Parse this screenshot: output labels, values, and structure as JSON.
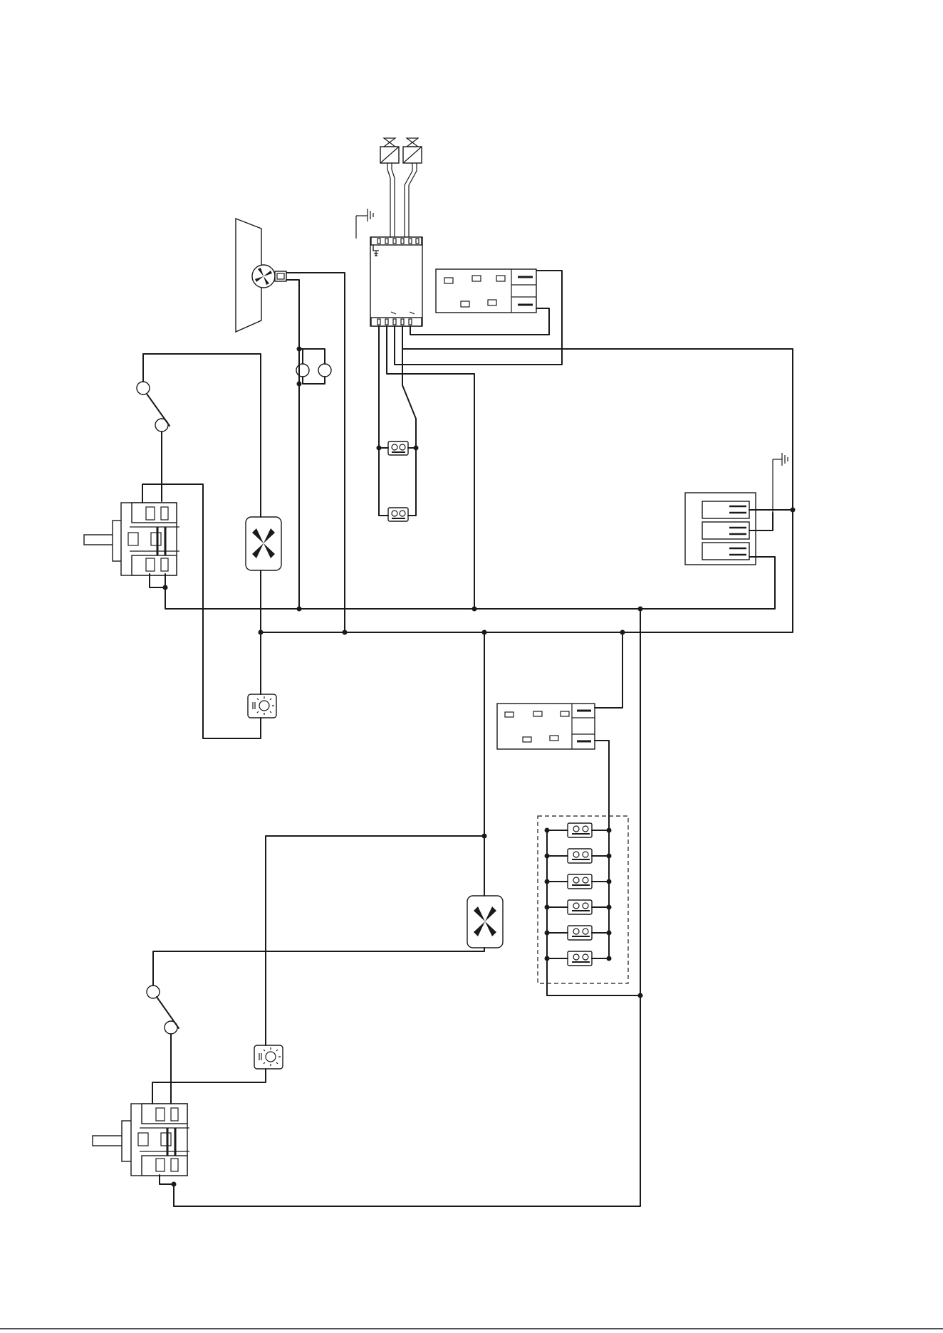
{
  "diagram": {
    "type": "electrical wiring diagram",
    "background": "#ffffff",
    "line_color": "#1a1a1a"
  },
  "components": [
    {
      "id": "gas-valve-1",
      "icon": "solenoid-valve-icon"
    },
    {
      "id": "gas-valve-2",
      "icon": "solenoid-valve-icon"
    },
    {
      "id": "ignition-module",
      "icon": "control-module-icon"
    },
    {
      "id": "terminal-block-upper",
      "icon": "terminal-block-icon"
    },
    {
      "id": "terminal-block-lower",
      "icon": "terminal-block-icon"
    },
    {
      "id": "mains-terminal-block",
      "icon": "terminal-block-icon"
    },
    {
      "id": "cooling-fan-motor",
      "icon": "fan-motor-icon"
    },
    {
      "id": "fan-upper",
      "icon": "fan-icon"
    },
    {
      "id": "fan-lower",
      "icon": "fan-icon"
    },
    {
      "id": "oven-lamp-upper",
      "icon": "lamp-icon"
    },
    {
      "id": "oven-lamp-lower",
      "icon": "lamp-icon"
    },
    {
      "id": "door-switch-upper",
      "icon": "door-switch-icon"
    },
    {
      "id": "door-switch-lower",
      "icon": "door-switch-icon"
    },
    {
      "id": "thermostat-upper",
      "icon": "rotary-switch-icon"
    },
    {
      "id": "thermostat-lower",
      "icon": "rotary-switch-icon"
    },
    {
      "id": "ignition-switch-1",
      "icon": "push-switch-icon"
    },
    {
      "id": "ignition-switch-2",
      "icon": "push-switch-icon"
    },
    {
      "id": "hob-switch-bank",
      "icon": "push-switch-icon",
      "count": 6
    },
    {
      "id": "earth-1",
      "icon": "earth-icon"
    },
    {
      "id": "earth-2",
      "icon": "earth-icon"
    }
  ]
}
